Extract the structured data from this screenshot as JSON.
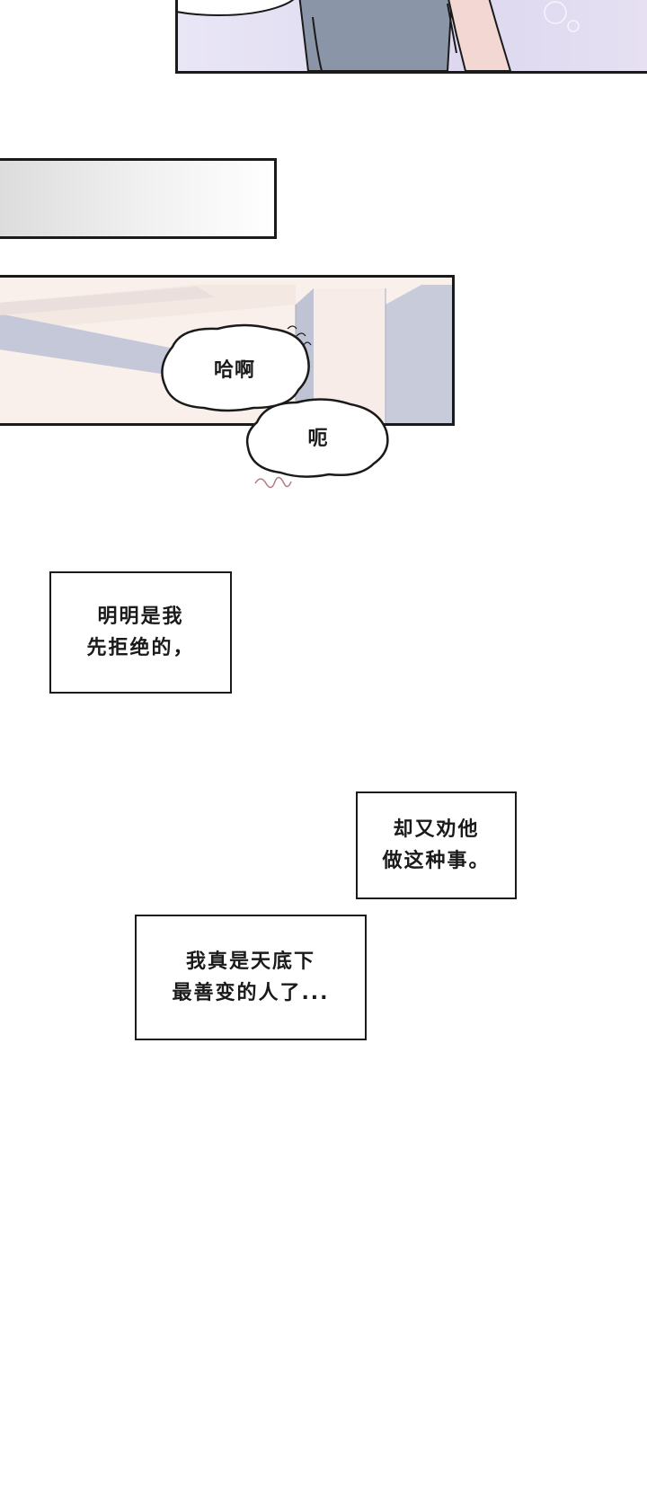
{
  "bubbles": {
    "ha_a": "哈啊",
    "e": "呃"
  },
  "captions": {
    "c1": {
      "line1": "明明是我",
      "line2": "先拒绝的，"
    },
    "c2": {
      "line1": "却又劝他",
      "line2": "做这种事。"
    },
    "c3": {
      "line1": "我真是天底下",
      "line2": "最善变的人了..."
    }
  },
  "colors": {
    "border": "#1a1a1a",
    "room_wall": "#f7ece8",
    "room_beam": "#b9bccd",
    "panel_lavender": "#e2def3"
  }
}
